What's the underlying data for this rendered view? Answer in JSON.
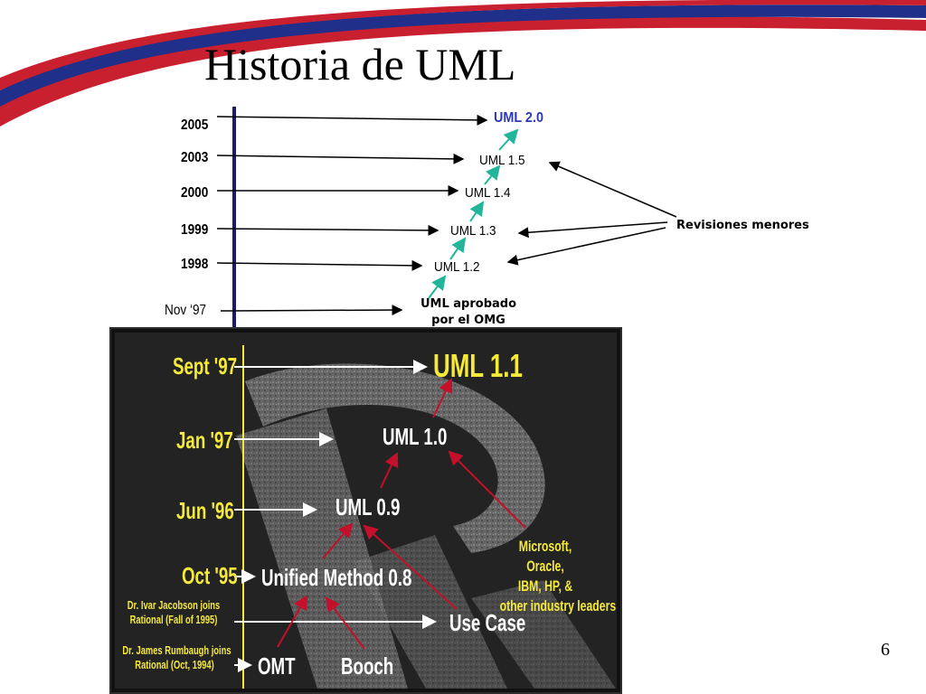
{
  "title": "Historia de UML",
  "page_number": "6",
  "colors": {
    "banner_red": "#c8202e",
    "banner_blue": "#1f2f8a",
    "timeline_navy": "#1b1b6b",
    "teal_arrow": "#22b59a",
    "uml20_blue": "#2c39b8",
    "photo_yellow": "#f5e93a",
    "photo_red_arrow": "#c4102a"
  },
  "upper_timeline": {
    "years": [
      "2005",
      "2003",
      "2000",
      "1999",
      "1998",
      "Nov ‘97"
    ],
    "versions": [
      "UML 2.0",
      "UML 1.5",
      "UML 1.4",
      "UML 1.3",
      "UML 1.2"
    ],
    "approved_line1": "UML aprobado",
    "approved_line2": "por el OMG",
    "revisions_label": "Revisiones menores"
  },
  "photo": {
    "dates": [
      "Sept '97",
      "Jan '97",
      "Jun '96",
      "Oct '95"
    ],
    "ivar_line1": "Dr. Ivar Jacobson joins",
    "ivar_line2": "Rational (Fall of 1995)",
    "james_line1": "Dr. James Rumbaugh joins",
    "james_line2": "Rational (Oct, 1994)",
    "nodes": {
      "uml11": "UML 1.1",
      "uml10": "UML 1.0",
      "uml09": "UML 0.9",
      "unified": "Unified Method 0.8",
      "usecase": "Use Case",
      "omt": "OMT",
      "booch": "Booch"
    },
    "industry": [
      "Microsoft,",
      "Oracle,",
      "IBM, HP, &",
      "other industry leaders"
    ]
  }
}
